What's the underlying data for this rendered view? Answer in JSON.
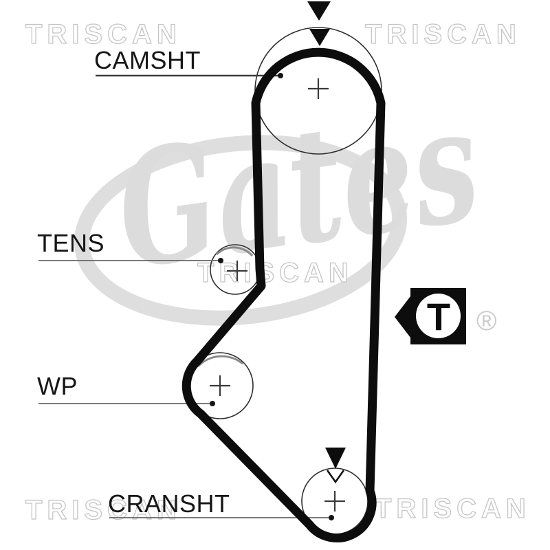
{
  "labels": {
    "camshaft": "CAMSHT",
    "tensioner": "TENS",
    "water_pump": "WP",
    "crankshaft": "CRANSHT"
  },
  "marker": {
    "letter": "T"
  },
  "watermarks": {
    "brand": "TRISCAN",
    "logo_script": "Gates",
    "registered_mark": "®"
  },
  "colors": {
    "belt": "#0d0d0d",
    "label": "#161616",
    "leader_line": "#666666",
    "watermark_stroke": "#c5c5c5",
    "logo_gray": "#dcdcdc",
    "background": "#ffffff"
  }
}
